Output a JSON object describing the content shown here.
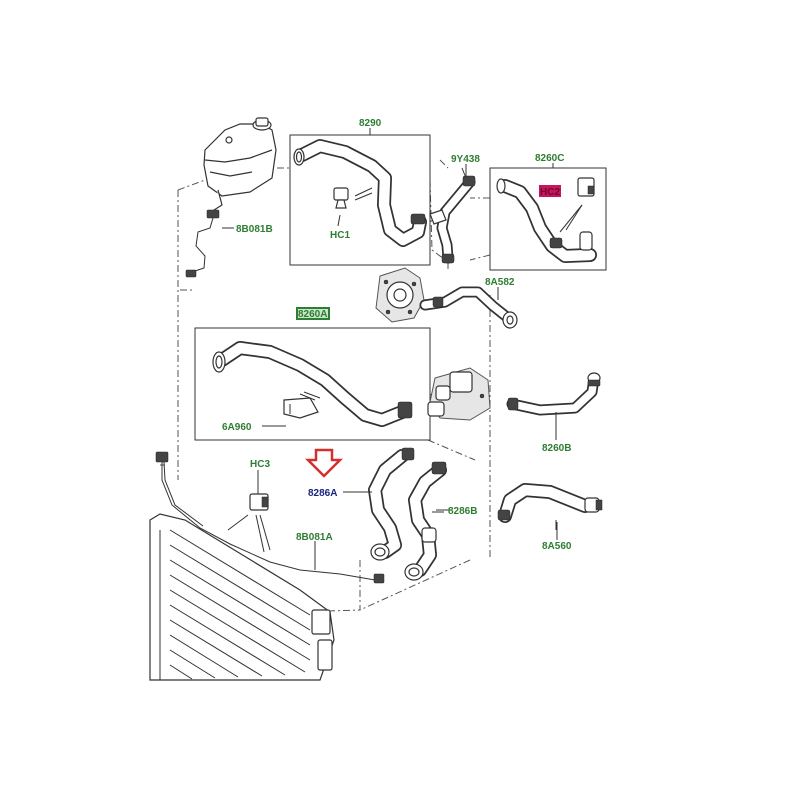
{
  "labels": {
    "p8290": "8290",
    "p9Y438": "9Y438",
    "p8260C": "8260C",
    "p8B081B": "8B081B",
    "pHC1": "HC1",
    "pHC2": "HC2",
    "p8A582": "8A582",
    "p8260A": "8260A",
    "p6A960": "6A960",
    "p8260B": "8260B",
    "pHC3": "HC3",
    "p8286A": "8286A",
    "p8286B": "8286B",
    "p8B081A": "8B081A",
    "p8A560": "8A560"
  },
  "colors": {
    "label_green": "#2e7d32",
    "label_blue": "#1a237e",
    "highlight_green": "#2e7d32",
    "highlight_pink": "#c2185b",
    "arrow_red": "#d32f2f",
    "line": "#333333"
  },
  "highlighted_part": "8286A"
}
